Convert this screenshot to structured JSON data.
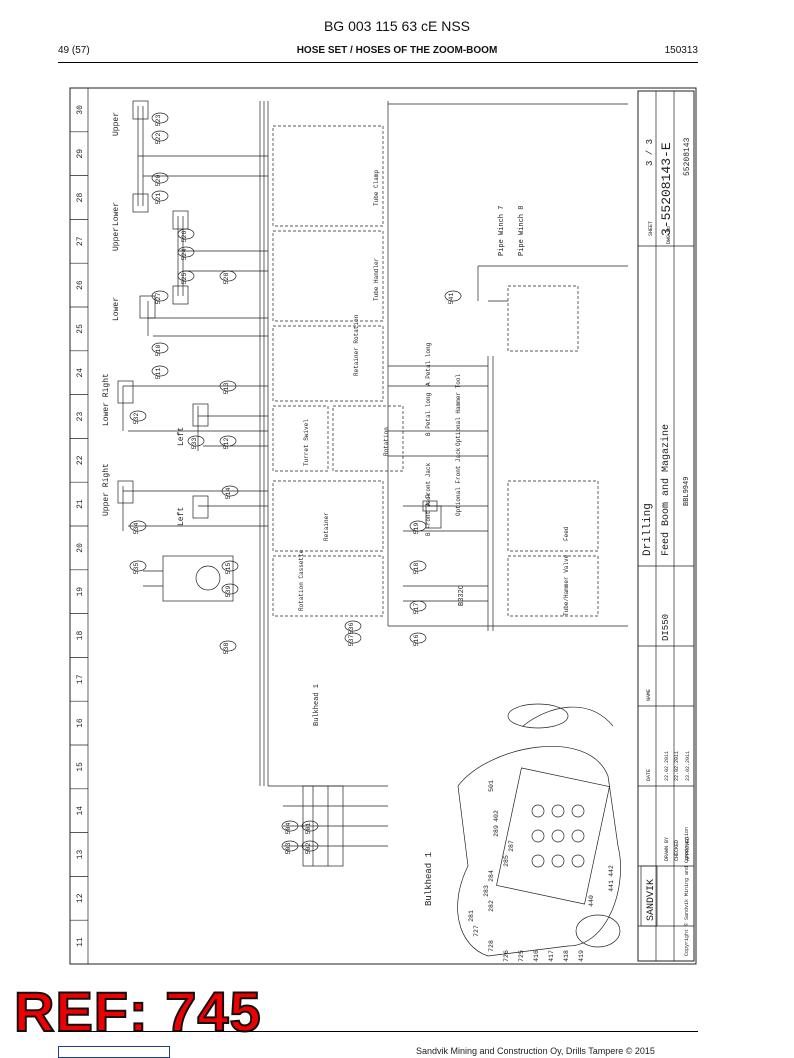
{
  "header": {
    "doc_title": "BG 003 115 63 cE NSS",
    "page": "49 (57)",
    "section": "HOSE SET / HOSES OF THE ZOOM-BOOM",
    "date_code": "150313"
  },
  "drawing": {
    "column_numbers": [
      "30",
      "29",
      "28",
      "27",
      "26",
      "25",
      "24",
      "23",
      "22",
      "21",
      "20",
      "19",
      "18",
      "17",
      "16",
      "15",
      "14",
      "13",
      "12",
      "11"
    ],
    "hose_callouts": [
      "523",
      "522",
      "520",
      "521",
      "526",
      "524",
      "525",
      "527",
      "528",
      "510",
      "511",
      "513",
      "532",
      "533",
      "512",
      "514",
      "534",
      "535",
      "515",
      "539",
      "538",
      "519",
      "518",
      "517",
      "536",
      "537",
      "516",
      "541",
      "504",
      "503",
      "502",
      "501"
    ],
    "group_labels": [
      "Upper",
      "Lower",
      "Upper",
      "Lower",
      "Lower Right",
      "Left",
      "Upper Right",
      "Left"
    ],
    "valve_labels": [
      "Tube Clamp",
      "Tube Handler",
      "Retainer Rotation",
      "Rotation",
      "Turret Swivel",
      "Retainer",
      "Rotation Cassette",
      "Feed",
      "Tube/Hammer Valve"
    ],
    "port_labels": [
      "A Petal long",
      "B Petal long",
      "Optional Hammer Tool",
      "A Front Jack",
      "B Front Jack",
      "Optional Front Jack"
    ],
    "side_labels": [
      "Pipe Winch 7",
      "Pipe Winch 8",
      "Bulkhead 1",
      "B332C"
    ],
    "bulkhead_caption": "Bulkhead 1",
    "part_callouts": [
      "501",
      "402",
      "289",
      "287",
      "285",
      "284",
      "283",
      "282",
      "281",
      "727",
      "728",
      "726",
      "725",
      "416",
      "417",
      "418",
      "419",
      "440",
      "441",
      "442"
    ],
    "title_block": {
      "sheet": "3 / 3",
      "drawing_number": "3-55208143-E",
      "ref_code": "55208143",
      "title_line1": "Drilling",
      "title_line2": "Feed Boom and Magazine",
      "doc_no": "BBL9949",
      "model": "DI550",
      "logo": "SANDVIK",
      "copyright": "Copyright © Sandvik Mining and Construction",
      "sheet_label": "SHEET",
      "dwg_label": "DWG No",
      "date_label": "DATE",
      "name_label": "NAME",
      "drawn_label": "DRAWN BY",
      "checked_label": "CHECKED",
      "approved_label": "APPROVED",
      "date_drawn": "22.02.2011",
      "date_checked": "22.02.2011",
      "date_approved": "23.02.2011"
    }
  },
  "watermark": {
    "ref": "REF: 745"
  },
  "footer": {
    "text": "Sandvik Mining and Construction Oy, Drills Tampere © 2015"
  }
}
